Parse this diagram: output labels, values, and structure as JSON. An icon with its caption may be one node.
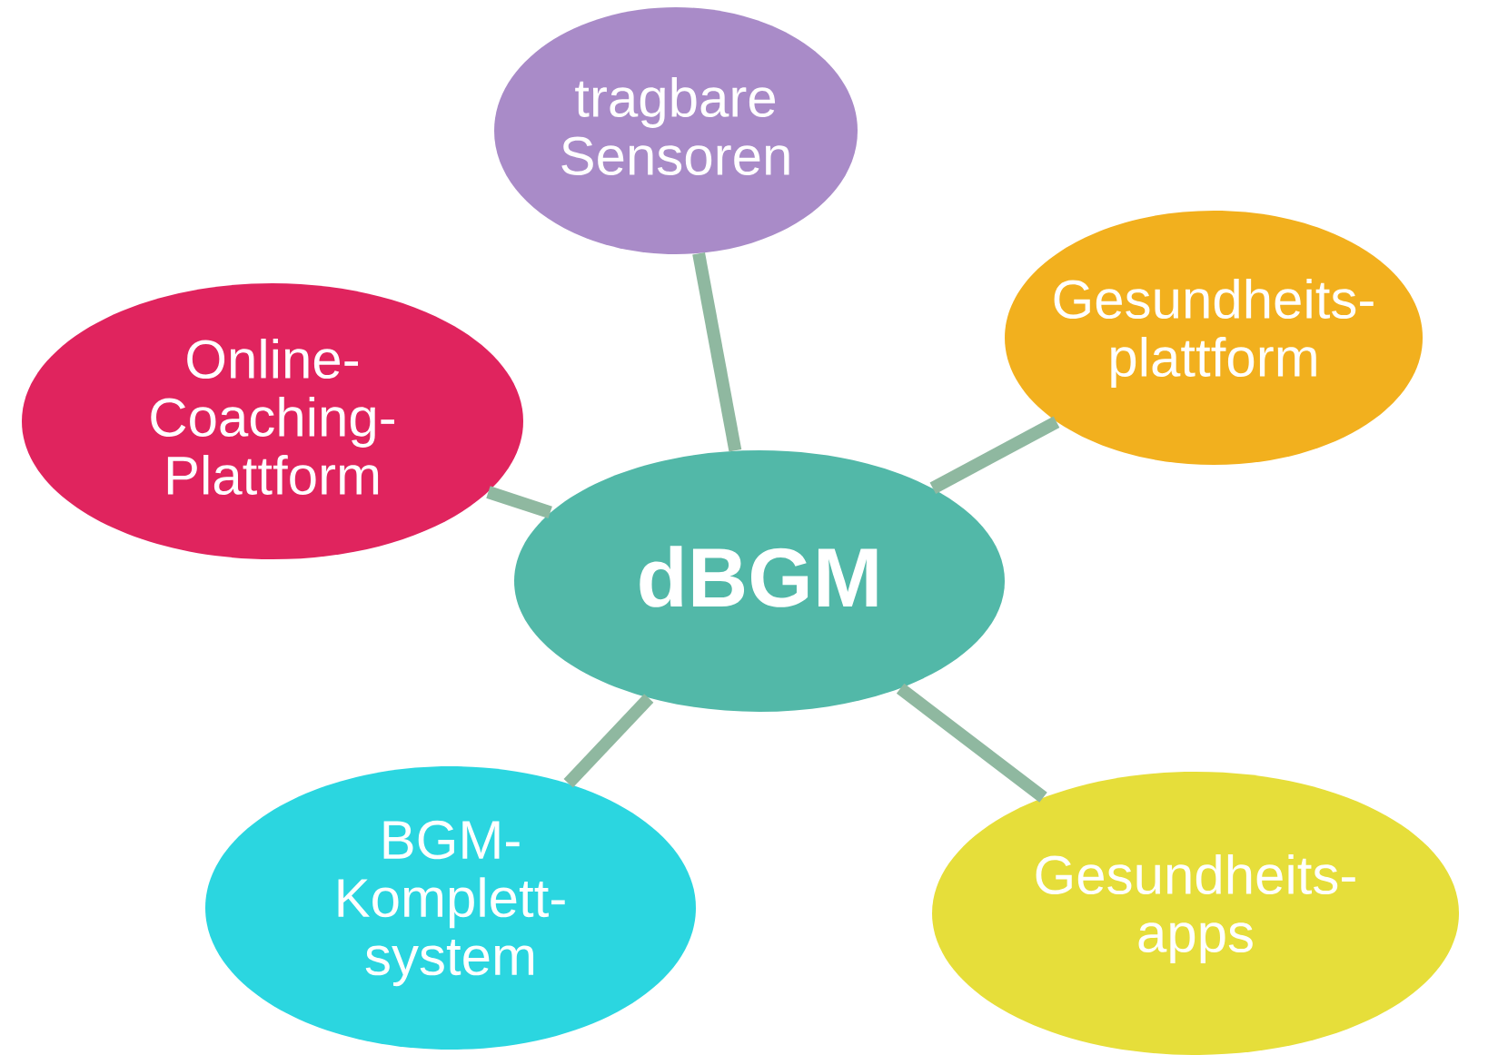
{
  "diagram": {
    "nodes": [
      {
        "text": [
          "tragbare Sensoren"
        ]
      },
      {
        "text": [
          "Gesundheits- plattform"
        ]
      },
      {
        "text": [
          "Online- Coaching- Plattform"
        ]
      },
      {
        "text": [
          "dBGM"
        ]
      },
      {
        "text": [
          "BGM- Komplett- system"
        ]
      },
      {
        "text": [
          "Gesundheits- apps"
        ]
      }
    ],
    "edges": [
      {
        "from": 3,
        "to": 0,
        "arrow": "none"
      },
      {
        "from": 3,
        "to": 1,
        "arrow": "none"
      },
      {
        "from": 3,
        "to": 2,
        "arrow": "none"
      },
      {
        "from": 3,
        "to": 4,
        "arrow": "none"
      },
      {
        "from": 3,
        "to": 5,
        "arrow": "none"
      }
    ]
  }
}
